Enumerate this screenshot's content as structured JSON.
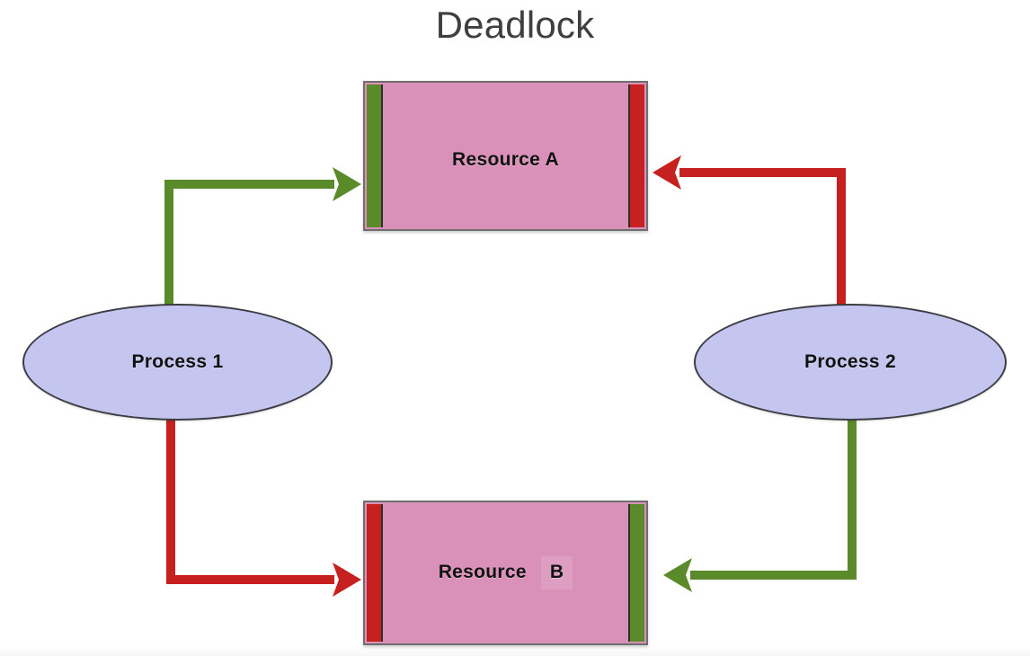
{
  "title": "Deadlock",
  "colors": {
    "hold_edge_green": "#5a8a2a",
    "wait_edge_red": "#c62020",
    "resource_fill": "#d990b9",
    "process_fill": "#c5c6f0",
    "resource_border": "#6e6e6e",
    "process_border": "#3d3d46",
    "title_text": "#3f3f3f",
    "label_text": "#121212",
    "background": "#ffffff"
  },
  "nodes": {
    "resource_a": {
      "label": "Resource A",
      "type": "resource",
      "left_bar_color": "#5a8a2a",
      "right_bar_color": "#c62020"
    },
    "resource_b": {
      "label": "Resource",
      "label_suffix": "B",
      "type": "resource",
      "left_bar_color": "#c62020",
      "right_bar_color": "#5a8a2a"
    },
    "process_1": {
      "label": "Process 1",
      "type": "process"
    },
    "process_2": {
      "label": "Process 2",
      "type": "process"
    }
  },
  "edges": [
    {
      "id": "p1-to-ra",
      "from": "process_1",
      "to": "resource_a",
      "color": "#5a8a2a",
      "semantics": "holds",
      "direction": "up-then-right"
    },
    {
      "id": "p1-to-rb",
      "from": "process_1",
      "to": "resource_b",
      "color": "#c62020",
      "semantics": "waits-for",
      "direction": "down-then-right"
    },
    {
      "id": "p2-to-ra",
      "from": "process_2",
      "to": "resource_a",
      "color": "#c62020",
      "semantics": "waits-for",
      "direction": "up-then-left"
    },
    {
      "id": "p2-to-rb",
      "from": "process_2",
      "to": "resource_b",
      "color": "#5a8a2a",
      "semantics": "holds",
      "direction": "down-then-left"
    }
  ]
}
